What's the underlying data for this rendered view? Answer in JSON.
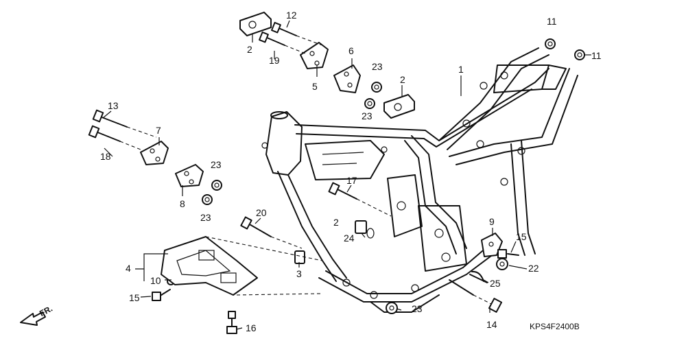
{
  "diagram": {
    "code": "KPS4F2400B",
    "direction_label": "FR.",
    "labels": [
      "1",
      "2",
      "2",
      "2",
      "3",
      "4",
      "5",
      "6",
      "7",
      "8",
      "9",
      "10",
      "11",
      "11",
      "12",
      "13",
      "14",
      "15",
      "15",
      "16",
      "17",
      "18",
      "19",
      "20",
      "22",
      "23",
      "23",
      "23",
      "23",
      "23",
      "24",
      "25"
    ]
  }
}
